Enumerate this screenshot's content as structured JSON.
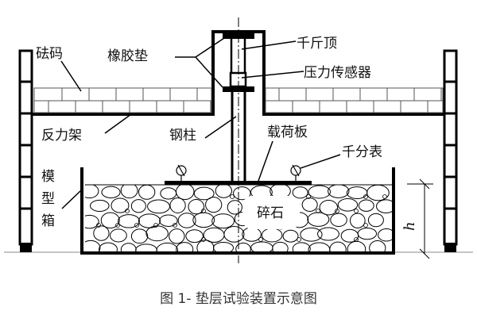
{
  "title": "垫层试验装置示意图",
  "caption": "图 1- 垫层试验装置示意图",
  "labels": {
    "weights": "砝码",
    "rubber_pad": "橡胶垫",
    "jack": "千斤顶",
    "pressure_sensor": "压力传感器",
    "reaction_frame": "反力架",
    "steel_column": "钢柱",
    "loading_plate": "载荷板",
    "dial_gauge": "千分表",
    "model_box_1": "模",
    "model_box_2": "型",
    "model_box_3": "箱",
    "gravel": "碎石",
    "height_symbol": "h"
  },
  "components": [
    {
      "name": "砝码",
      "role": "counterweight blocks"
    },
    {
      "name": "橡胶垫",
      "role": "rubber pads"
    },
    {
      "name": "千斤顶",
      "role": "hydraulic jack"
    },
    {
      "name": "压力传感器",
      "role": "pressure sensor"
    },
    {
      "name": "反力架",
      "role": "reaction frame"
    },
    {
      "name": "钢柱",
      "role": "steel column"
    },
    {
      "name": "载荷板",
      "role": "loading plate"
    },
    {
      "name": "千分表",
      "role": "dial gauges",
      "count": 2
    },
    {
      "name": "模型箱",
      "role": "model box"
    },
    {
      "name": "碎石",
      "role": "gravel cushion layer"
    }
  ],
  "colors": {
    "ink": "#000000",
    "background": "#ffffff",
    "caption": "#333333"
  }
}
